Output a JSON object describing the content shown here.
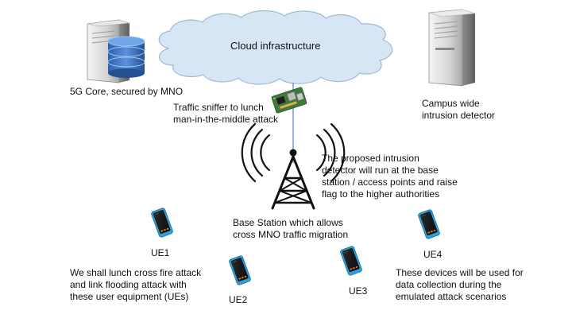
{
  "cloud": {
    "label": "Cloud infrastructure",
    "color": "#d7e6f5",
    "stroke": "#9fb9d4"
  },
  "core": {
    "label": "5G Core, secured by MNO",
    "icon": "server-database-icon"
  },
  "detector": {
    "lines": [
      "Campus wide",
      "intrusion detector"
    ],
    "icon": "server-tower-icon"
  },
  "sniffer": {
    "lines": [
      "Traffic sniffer to lunch",
      "man-in-the-middle attack"
    ],
    "icon": "circuit-board-icon"
  },
  "proposal": {
    "lines": [
      "The proposed intrusion",
      "detector will run at the base",
      "station / access points and raise",
      "flag to the higher authorities"
    ]
  },
  "base_station": {
    "lines": [
      "Base Station which allows",
      "cross MNO traffic migration"
    ],
    "icon": "antenna-tower-icon"
  },
  "devices": [
    {
      "label": "UE1",
      "icon": "smartphone-icon"
    },
    {
      "label": "UE2",
      "icon": "smartphone-icon"
    },
    {
      "label": "UE3",
      "icon": "smartphone-icon"
    },
    {
      "label": "UE4",
      "icon": "smartphone-icon"
    }
  ],
  "attack_note": {
    "lines": [
      "We shall lunch cross fire attack",
      "and link flooding attack with",
      "these user equipment (UEs)"
    ]
  },
  "collection_note": {
    "lines": [
      "These devices will be used for",
      "data collection during the",
      "emulated attack scenarios"
    ]
  },
  "colors": {
    "link": "#5b7fd1",
    "phone_case": "#29a3dd",
    "database": "#3d76c6",
    "server": "#d3d3d3"
  }
}
